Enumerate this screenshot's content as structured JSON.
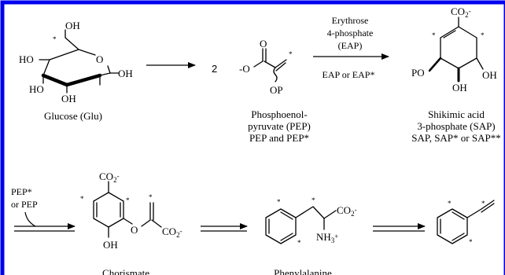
{
  "frame": {
    "border_color": "#0000ee"
  },
  "glucose": {
    "name": "Glucose (Glu)",
    "atoms": {
      "oh_top": "OH",
      "ho_left": "HO",
      "ho_bottom": "HO",
      "oh_bottom": "OH",
      "oh_right": "OH",
      "ring_o": "O",
      "star": "*"
    }
  },
  "pep": {
    "coefficient": "2",
    "name_line1": "Phosphoenol-",
    "name_line2": "pyruvate (PEP)",
    "name_line3": "PEP and PEP*",
    "atoms": {
      "o_minus": "-O",
      "carbonyl_o": "O",
      "op": "OP",
      "star": "*"
    }
  },
  "eap_step": {
    "line1": "Erythrose",
    "line2": "4-phosphate",
    "line3": "(EAP)",
    "below": "EAP or EAP*"
  },
  "shikimate": {
    "name_line1": "Shikimic acid",
    "name_line2": "3-phosphate (SAP)",
    "name_line3": "SAP, SAP* or SAP**",
    "atoms": {
      "co2": "CO2",
      "co2_sub": "-",
      "po": "PO",
      "oh_right": "OH",
      "oh_bottom": "OH",
      "star1": "*",
      "star2": "*"
    }
  },
  "pep_step": {
    "line1": "PEP*",
    "line2": "or PEP"
  },
  "chorismate": {
    "name": "Chorismate",
    "atoms": {
      "co2_top": "CO2-",
      "o_ether": "O",
      "co2_right": "CO2-",
      "oh": "OH",
      "star1": "*",
      "star2": "*",
      "star3": "*"
    }
  },
  "phenylalanine": {
    "name": "Phenylalanine",
    "atoms": {
      "co2": "CO2-",
      "nh3": "NH3+",
      "star1": "*",
      "star2": "*",
      "star3": "*"
    }
  },
  "styrene": {
    "atoms": {
      "star1": "*",
      "star2": "*",
      "star3": "*"
    }
  }
}
